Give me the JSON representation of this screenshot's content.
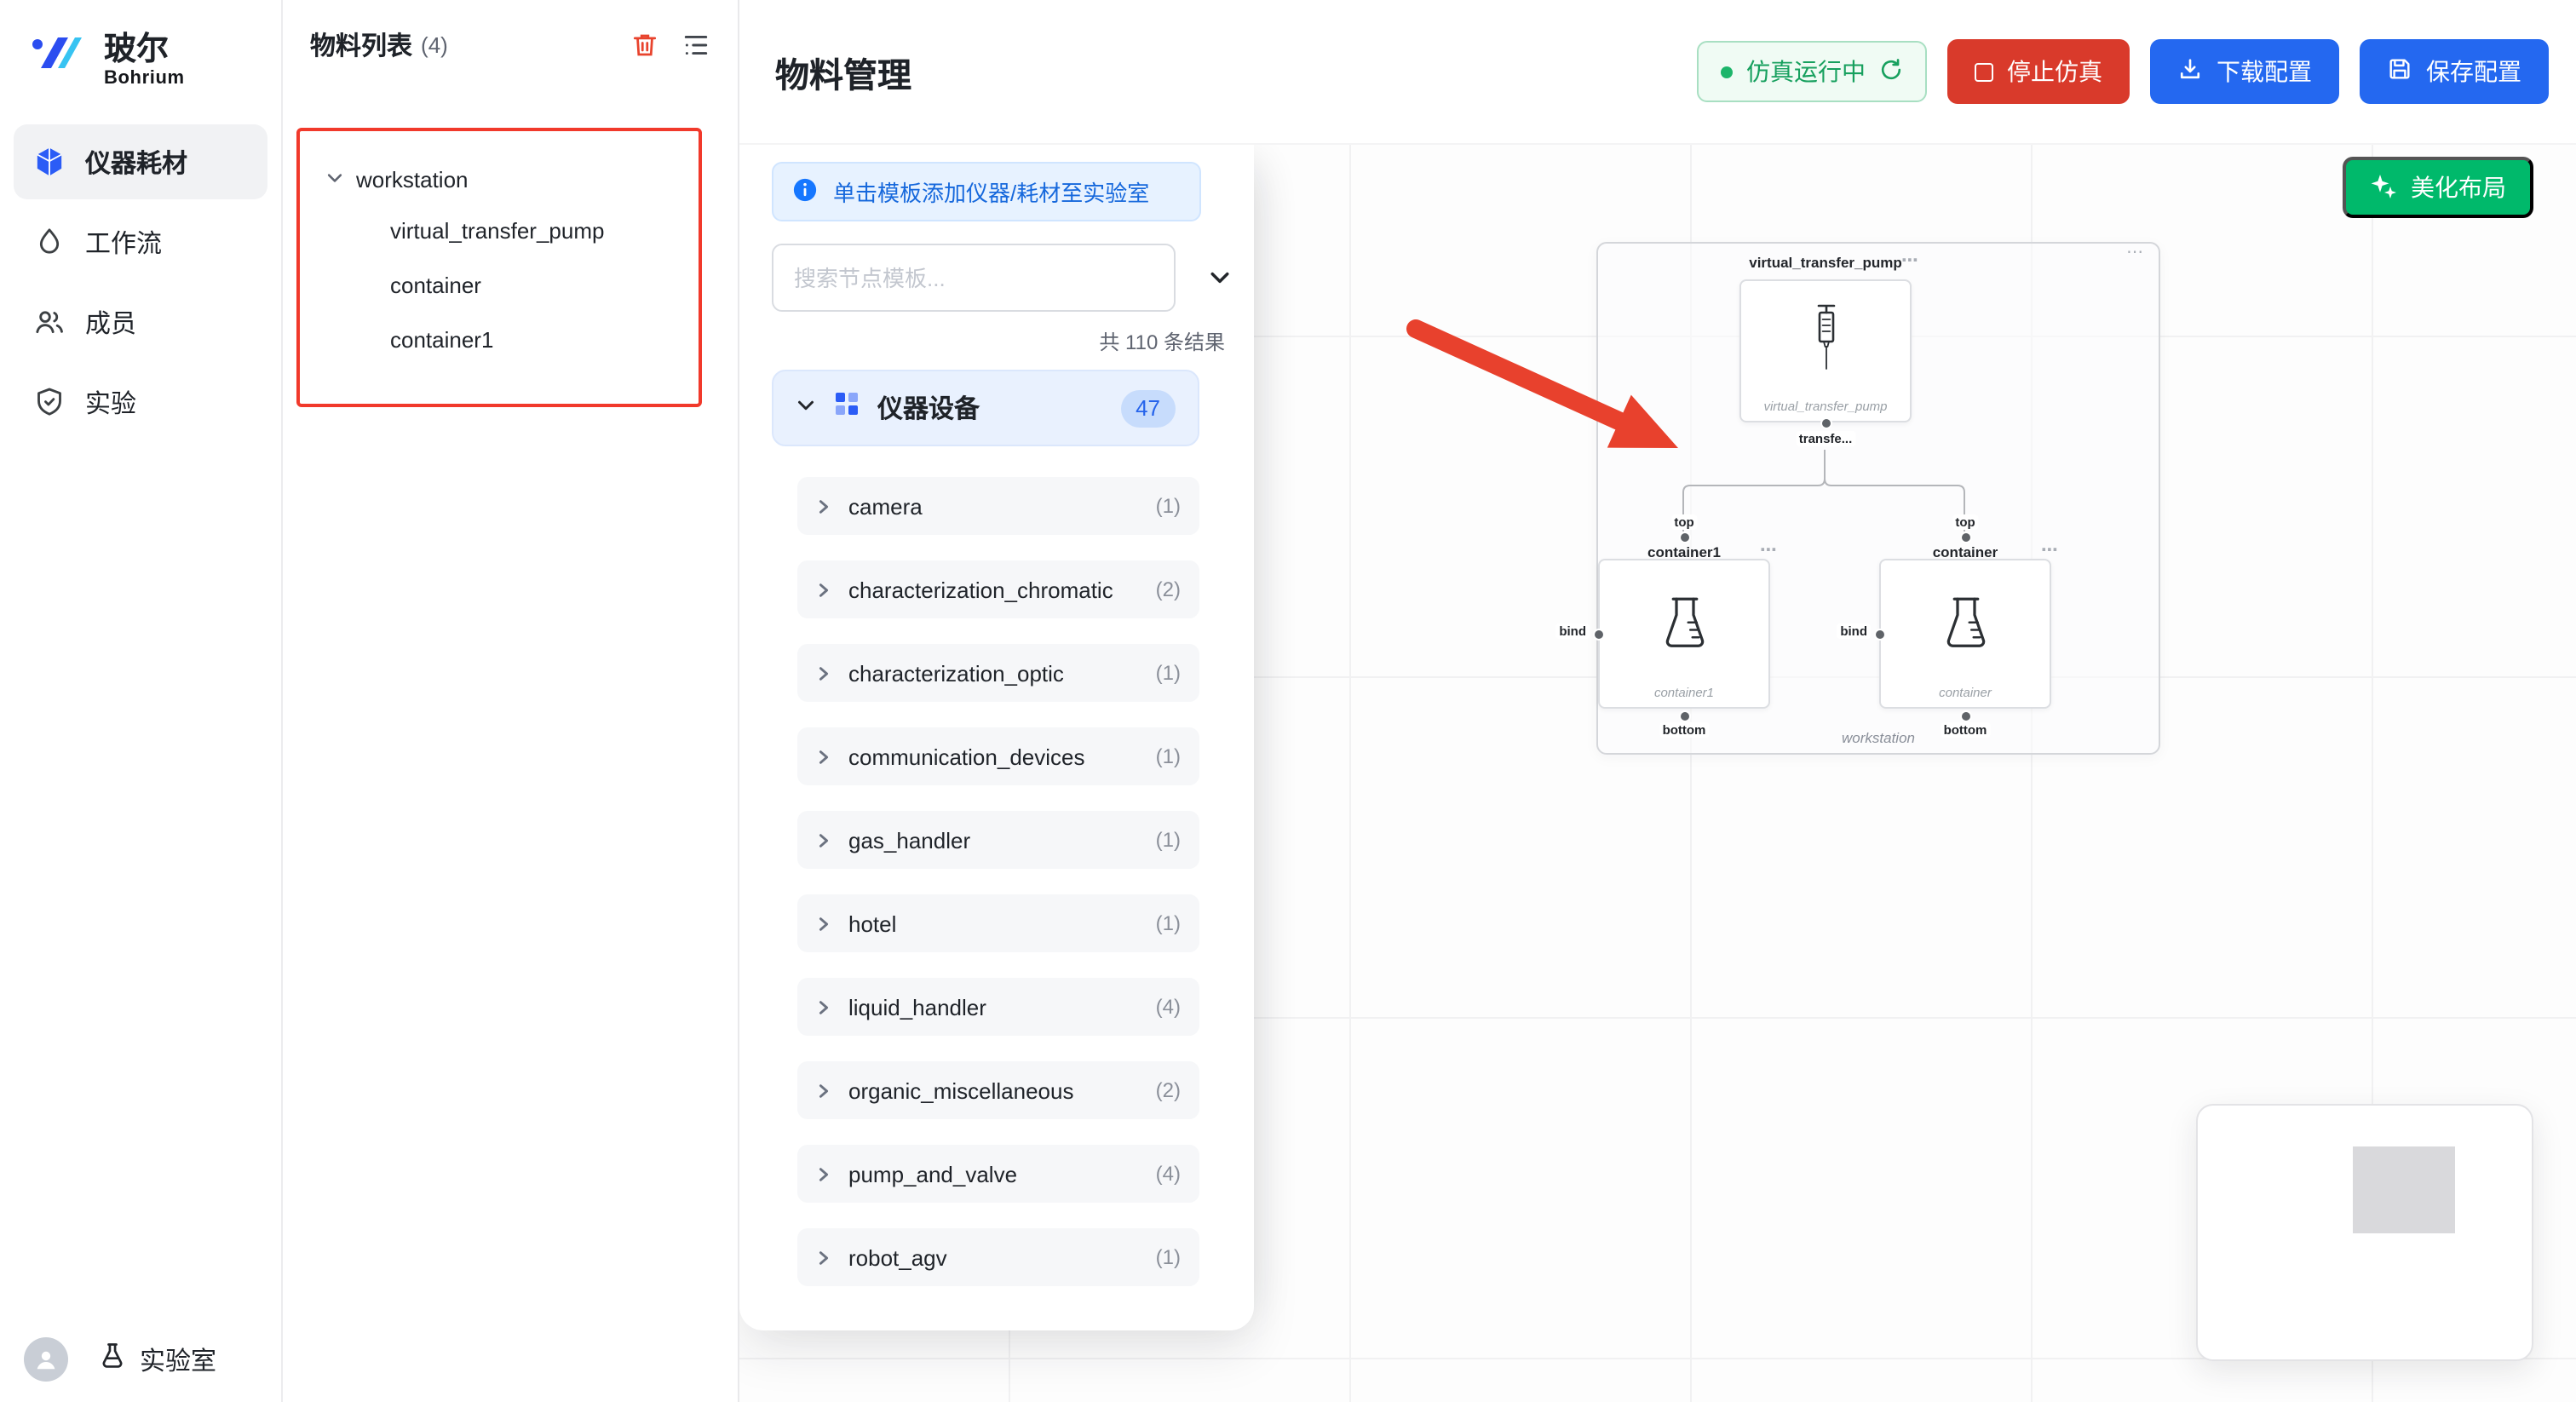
{
  "app": {
    "brand_name": "玻尔",
    "brand_sub": "Bohrium"
  },
  "colors": {
    "brand_blue": "#2468f0",
    "danger_red": "#d93a2b",
    "success_green": "#00b96b",
    "annotation_red": "#e8412d",
    "tree_outline_red": "#f1392b"
  },
  "icons": {
    "more_options": "⋯"
  },
  "sidebar": {
    "items": [
      {
        "label": "仪器耗材",
        "active": true
      },
      {
        "label": "工作流",
        "active": false
      },
      {
        "label": "成员",
        "active": false
      },
      {
        "label": "实验",
        "active": false
      }
    ],
    "footer": {
      "lab_label": "实验室"
    }
  },
  "material_panel": {
    "title": "物料列表",
    "count": "(4)",
    "tree": {
      "root": "workstation",
      "children": [
        "virtual_transfer_pump",
        "container",
        "container1"
      ]
    }
  },
  "header": {
    "title": "物料管理",
    "status_pill": "仿真运行中",
    "stop_button": "停止仿真",
    "download_button": "下载配置",
    "save_button": "保存配置"
  },
  "template_panel": {
    "banner": "单击模板添加仪器/耗材至实验室",
    "search_placeholder": "搜索节点模板...",
    "results_text": "共 110 条结果",
    "section": {
      "label": "仪器设备",
      "count": "47"
    },
    "categories": [
      {
        "label": "camera",
        "count": "(1)"
      },
      {
        "label": "characterization_chromatic",
        "count": "(2)"
      },
      {
        "label": "characterization_optic",
        "count": "(1)"
      },
      {
        "label": "communication_devices",
        "count": "(1)"
      },
      {
        "label": "gas_handler",
        "count": "(1)"
      },
      {
        "label": "hotel",
        "count": "(1)"
      },
      {
        "label": "liquid_handler",
        "count": "(4)"
      },
      {
        "label": "organic_miscellaneous",
        "count": "(2)"
      },
      {
        "label": "pump_and_valve",
        "count": "(4)"
      },
      {
        "label": "robot_agv",
        "count": "(1)"
      }
    ]
  },
  "canvas": {
    "beautify_button": "美化布局",
    "workstation": {
      "label": "workstation"
    },
    "pump": {
      "title": "virtual_transfer_pump",
      "caption": "virtual_transfer_pump",
      "port_label": "transfe..."
    },
    "containers": [
      {
        "title": "container1",
        "caption": "container1",
        "top": "top",
        "bottom": "bottom",
        "bind": "bind"
      },
      {
        "title": "container",
        "caption": "container",
        "top": "top",
        "bottom": "bottom",
        "bind": "bind"
      }
    ]
  }
}
